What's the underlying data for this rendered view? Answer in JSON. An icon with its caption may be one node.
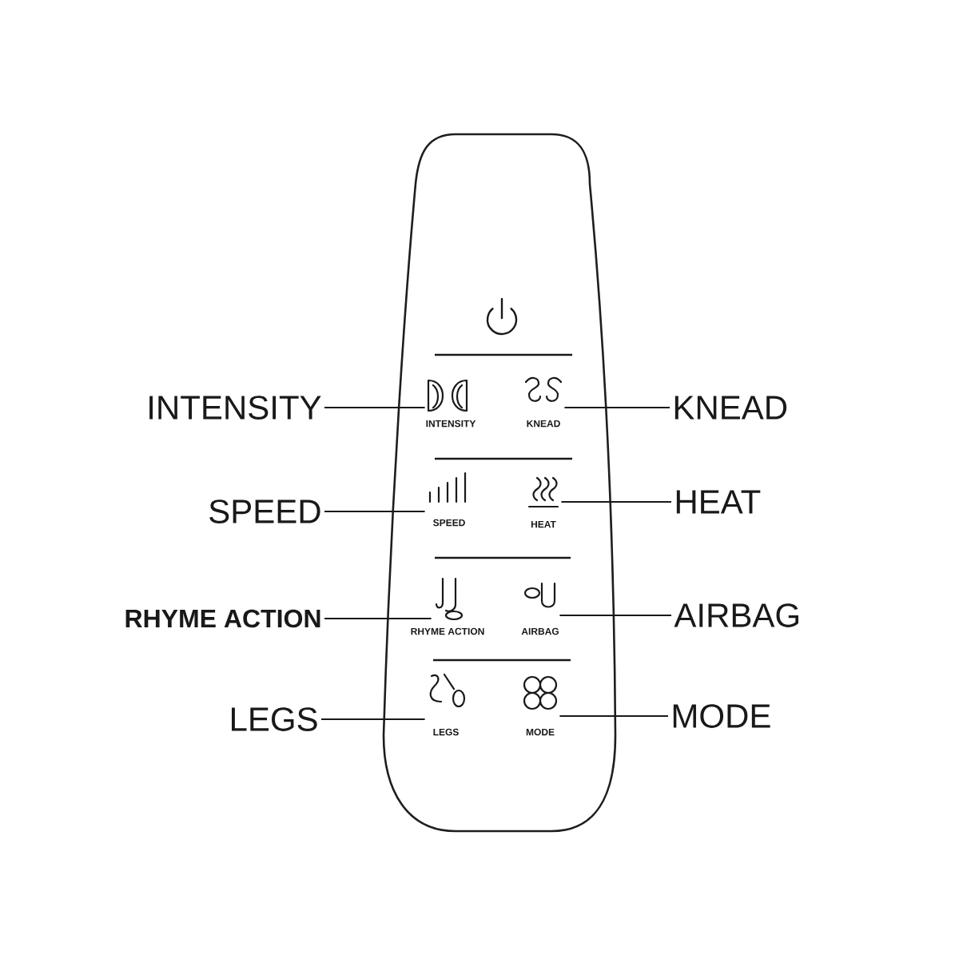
{
  "diagram": {
    "nodes": [
      {
        "text": [],
        "shape": "box"
      },
      {
        "text": [
          "INTENSITY"
        ]
      },
      {
        "text": [],
        "shape": "picture",
        "in": 0,
        "beside": [
          "INTENSITY"
        ]
      },
      {
        "text": [],
        "shape": "picture",
        "in": 0,
        "beside": [
          "KNEAD"
        ]
      },
      {
        "text": [
          "KNEAD"
        ]
      },
      {
        "text": [
          "SPEED"
        ]
      },
      {
        "text": [],
        "shape": "picture",
        "in": 0,
        "beside": [
          "SPEED"
        ]
      },
      {
        "text": [],
        "shape": "picture",
        "in": 0,
        "beside": [
          "HEAT"
        ]
      },
      {
        "text": [
          "HEAT"
        ]
      },
      {
        "text": [
          "RHYME ACTION"
        ]
      },
      {
        "text": [],
        "shape": "picture",
        "in": 0,
        "beside": [
          "RHYME ACTION"
        ]
      },
      {
        "text": [],
        "shape": "picture",
        "in": 0,
        "beside": [
          "AIRBAG"
        ]
      },
      {
        "text": [
          "AIRBAG"
        ]
      },
      {
        "text": [
          "LEGS"
        ]
      },
      {
        "text": [],
        "shape": "picture",
        "in": 0,
        "beside": [
          "LEGS"
        ]
      },
      {
        "text": [],
        "shape": "picture",
        "in": 0,
        "beside": [
          "MODE"
        ]
      },
      {
        "text": [
          "MODE"
        ]
      }
    ],
    "edges": [
      {
        "from": 1,
        "to": 2,
        "arrow": "none"
      },
      {
        "from": 4,
        "to": 3,
        "arrow": "none"
      },
      {
        "from": 5,
        "to": 6,
        "arrow": "none"
      },
      {
        "from": 8,
        "to": 7,
        "arrow": "none"
      },
      {
        "from": 9,
        "to": 10,
        "arrow": "none"
      },
      {
        "from": 12,
        "to": 11,
        "arrow": "none"
      },
      {
        "from": 13,
        "to": 14,
        "arrow": "none"
      },
      {
        "from": 16,
        "to": 15,
        "arrow": "none"
      }
    ]
  }
}
